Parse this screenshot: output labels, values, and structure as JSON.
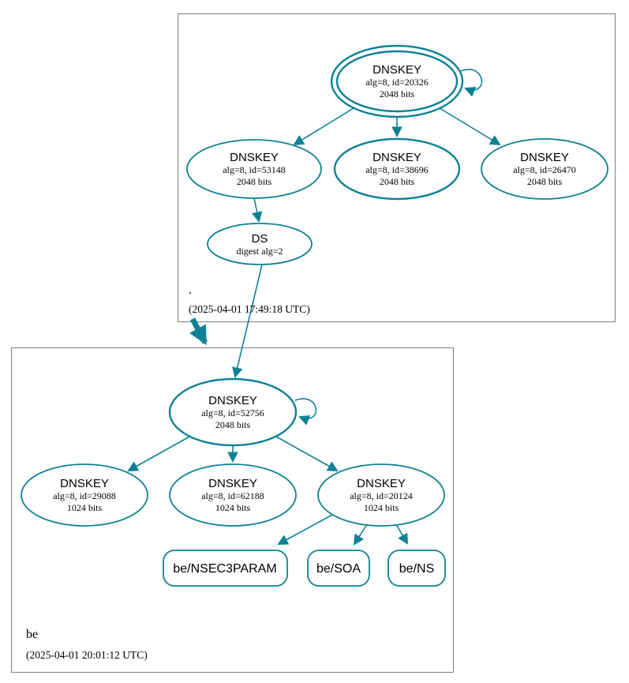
{
  "colors": {
    "accent": "#0e8194",
    "node_fill": "#d3d3d3",
    "cluster_border": "#8c8c8c",
    "text": "#000000"
  },
  "root_zone": {
    "label": ".",
    "timestamp": "(2025-04-01 17:49:18 UTC)",
    "ksk_20326": {
      "title": "DNSKEY",
      "detail1": "alg=8, id=20326",
      "detail2": "2048 bits"
    },
    "key_53148": {
      "title": "DNSKEY",
      "detail1": "alg=8, id=53148",
      "detail2": "2048 bits"
    },
    "key_38696": {
      "title": "DNSKEY",
      "detail1": "alg=8, id=38696",
      "detail2": "2048 bits"
    },
    "key_26470": {
      "title": "DNSKEY",
      "detail1": "alg=8, id=26470",
      "detail2": "2048 bits"
    },
    "ds": {
      "title": "DS",
      "detail1": "digest alg=2"
    }
  },
  "be_zone": {
    "label": "be",
    "timestamp": "(2025-04-01 20:01:12 UTC)",
    "ksk_52756": {
      "title": "DNSKEY",
      "detail1": "alg=8, id=52756",
      "detail2": "2048 bits"
    },
    "key_29088": {
      "title": "DNSKEY",
      "detail1": "alg=8, id=29088",
      "detail2": "1024 bits"
    },
    "key_62188": {
      "title": "DNSKEY",
      "detail1": "alg=8, id=62188",
      "detail2": "1024 bits"
    },
    "key_20124": {
      "title": "DNSKEY",
      "detail1": "alg=8, id=20124",
      "detail2": "1024 bits"
    },
    "rrset_nsec3param": {
      "label": "be/NSEC3PARAM"
    },
    "rrset_soa": {
      "label": "be/SOA"
    },
    "rrset_ns": {
      "label": "be/NS"
    }
  }
}
